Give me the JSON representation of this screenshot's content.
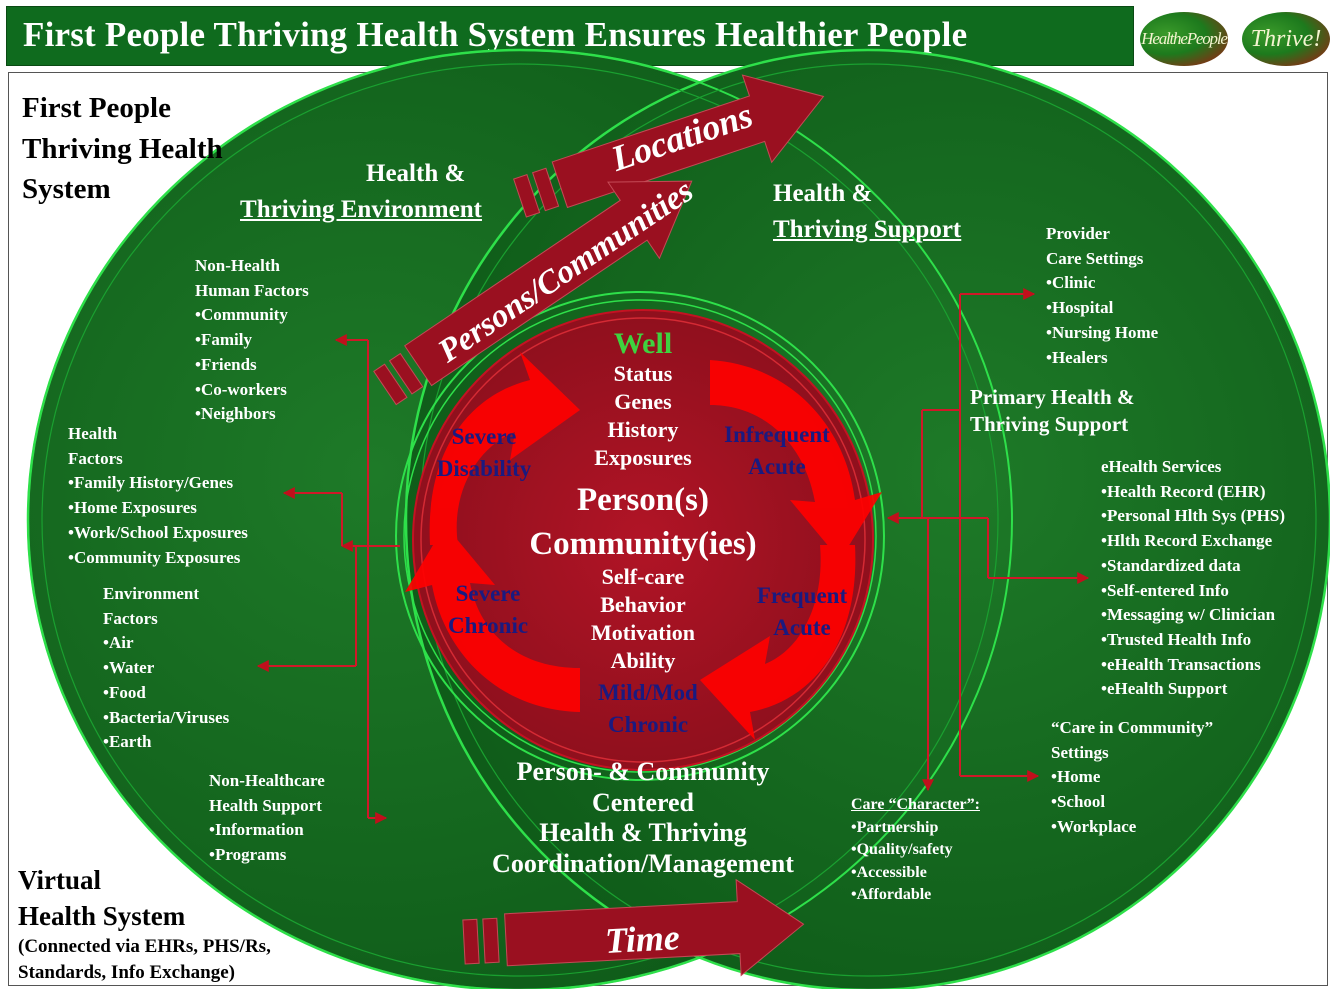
{
  "title": "First People Thriving Health System Ensures Healthier People",
  "logos": {
    "left": "HealthePeople",
    "right": "Thrive!"
  },
  "system_label": [
    "First People",
    "Thriving Health",
    "System"
  ],
  "virtual_label": {
    "lines": [
      "Virtual",
      "Health System"
    ],
    "sub": [
      "(Connected via EHRs, PHS/Rs,",
      "Standards, Info Exchange)"
    ]
  },
  "environment_heading": {
    "line1": "Health &",
    "line2": "Thriving Environment"
  },
  "support_heading": {
    "line1": "Health &",
    "line2": "Thriving Support"
  },
  "arrows": {
    "locations": "Locations",
    "persons": "Persons/Communities",
    "time": "Time"
  },
  "non_health_human": [
    "Non-Health",
    "Human Factors",
    "•Community",
    "•Family",
    "•Friends",
    "•Co-workers",
    "•Neighbors"
  ],
  "health_factors": [
    "Health",
    "Factors",
    "•Family History/Genes",
    "•Home Exposures",
    "•Work/School Exposures",
    "•Community Exposures"
  ],
  "environment_factors": [
    "Environment",
    "Factors",
    "•Air",
    "•Water",
    "•Food",
    "•Bacteria/Viruses",
    "•Earth"
  ],
  "non_healthcare_support": [
    "Non-Healthcare",
    "Health Support",
    "•Information",
    "•Programs"
  ],
  "center": {
    "well": "Well",
    "status_lines": [
      "Status",
      "Genes",
      "History",
      "Exposures"
    ],
    "person": "Person(s)",
    "community": "Community(ies)",
    "self_lines": [
      "Self-care",
      "Behavior",
      "Motivation",
      "Ability"
    ],
    "mild": [
      "Mild/Mod",
      "Chronic"
    ],
    "severe_disability": [
      "Severe",
      "Disability"
    ],
    "infrequent_acute": [
      "Infrequent",
      "Acute"
    ],
    "severe_chronic": [
      "Severe",
      "Chronic"
    ],
    "frequent_acute": [
      "Frequent",
      "Acute"
    ]
  },
  "coordination": [
    "Person- & Community",
    "Centered",
    "Health & Thriving",
    "Coordination/Management"
  ],
  "provider_settings": [
    "Provider",
    "Care Settings",
    "•Clinic",
    "•Hospital",
    "•Nursing Home",
    "•Healers"
  ],
  "primary_support": [
    "Primary Health &",
    "Thriving Support"
  ],
  "ehealth_services": [
    "eHealth Services",
    "•Health Record (EHR)",
    "•Personal Hlth Sys (PHS)",
    "•Hlth Record Exchange",
    "•Standardized data",
    "•Self-entered Info",
    "•Messaging w/ Clinician",
    "•Trusted Health Info",
    "•eHealth Transactions",
    "•eHealth Support"
  ],
  "care_community": [
    "“Care in Community”",
    "Settings",
    "•Home",
    "•School",
    "•Workplace"
  ],
  "care_character": {
    "heading": "Care “Character”:",
    "items": [
      "•Partnership",
      "•Quality/safety",
      "•Accessible",
      "•Affordable"
    ]
  },
  "colors": {
    "green": "#0f6b1e",
    "dark_red": "#9a1020",
    "bright_red": "#ff0000",
    "well_green": "#3fd23f",
    "navy": "#1a1a80"
  }
}
